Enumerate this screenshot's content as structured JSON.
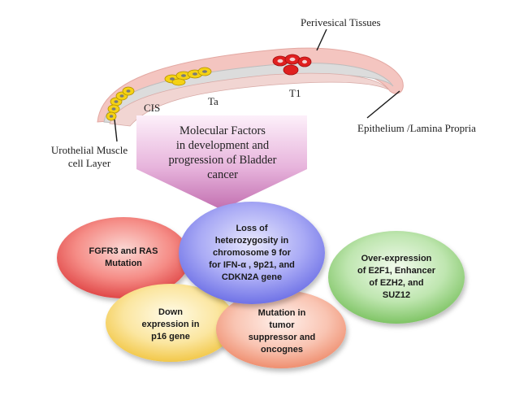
{
  "labels": {
    "perivesical": "Perivesical Tissues",
    "epithelium": "Epithelium /Lamina Propria",
    "urothelial_line1": "Urothelial Muscle",
    "urothelial_line2": "cell Layer",
    "cis": "CIS",
    "ta": "Ta",
    "t1": "T1"
  },
  "callout": {
    "line1": "Molecular Factors",
    "line2": "in development and",
    "line3": "progression of Bladder",
    "line4": "cancer"
  },
  "bubbles": {
    "fgfr3": {
      "lines": [
        "FGFR3 and RAS",
        "Mutation"
      ]
    },
    "loh": {
      "lines": [
        "Loss of",
        "heterozygosity in",
        "chromosome 9 for",
        "for IFN-α , 9p21, and",
        "CDKN2A  gene"
      ]
    },
    "overexpression": {
      "lines": [
        "Over-expression",
        "of E2F1, Enhancer",
        "of EZH2, and",
        "SUZ12"
      ]
    },
    "down": {
      "lines": [
        "Down",
        "expression in",
        "p16 gene"
      ]
    },
    "mutation": {
      "lines": [
        "Mutation in",
        "tumor",
        "suppressor and",
        "oncognes"
      ]
    }
  },
  "colors": {
    "tissue_outer": "#f2c0bc",
    "tissue_inner": "#d9d9d9",
    "cell_yellow": "#f5d214",
    "cell_red": "#e02020",
    "callout_top": "#fbeaf7",
    "callout_bottom": "#c77ab4",
    "bubble_red": "#f06a6a",
    "bubble_purple": "#8d8ff0",
    "bubble_green": "#9dd68a",
    "bubble_yellow": "#f8dc7a",
    "bubble_salmon": "#f5a88e"
  }
}
